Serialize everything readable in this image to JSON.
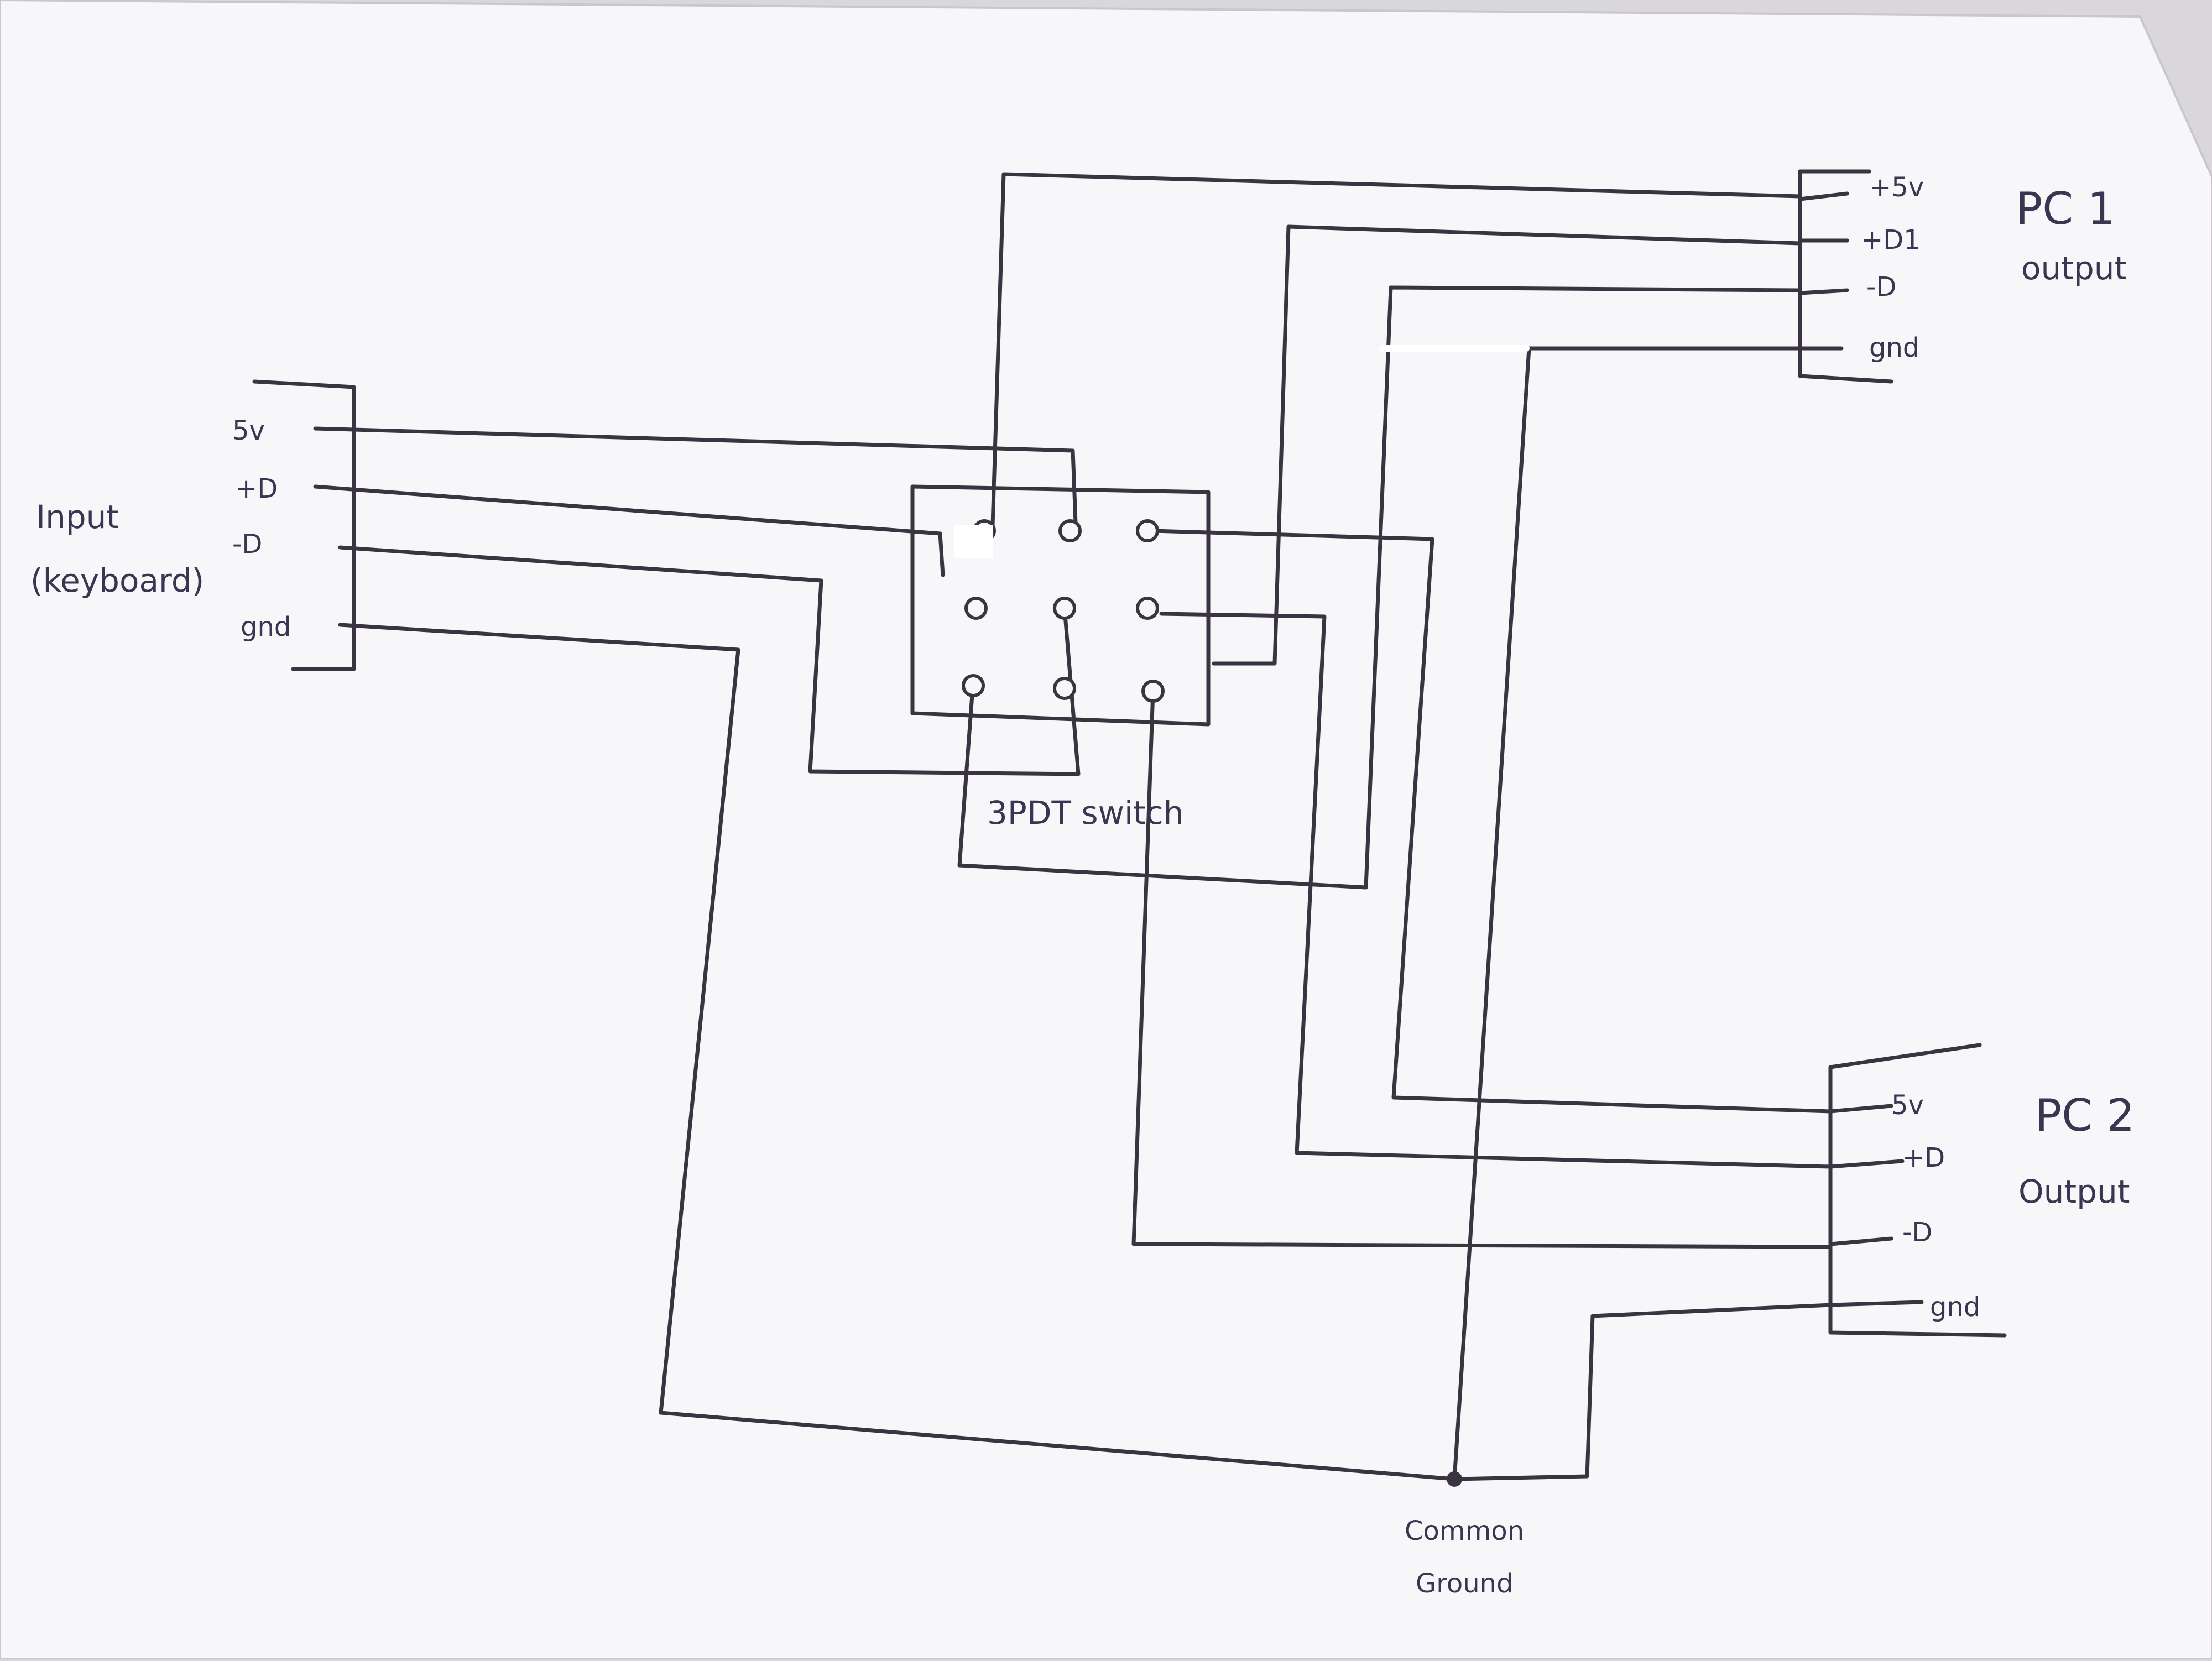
{
  "input": {
    "title": "Input",
    "subtitle": "(keyboard)",
    "pins": [
      "5v",
      "+D",
      "-D",
      "gnd"
    ]
  },
  "pc1": {
    "title": "PC 1",
    "subtitle": "output",
    "pins": [
      "+5v",
      "+D1",
      "-D",
      "gnd"
    ]
  },
  "pc2": {
    "title": "PC 2",
    "subtitle": "Output",
    "pins": [
      "5v",
      "+D",
      "-D",
      "gnd"
    ]
  },
  "switch": {
    "label": "3PDT switch",
    "terminal_rows": 3,
    "terminal_cols": 3
  },
  "ground": {
    "line1": "Common",
    "line2": "Ground"
  },
  "colors": {
    "paper": "#f7f7f9",
    "ink": "#3a3440",
    "text": "#3a3550"
  }
}
